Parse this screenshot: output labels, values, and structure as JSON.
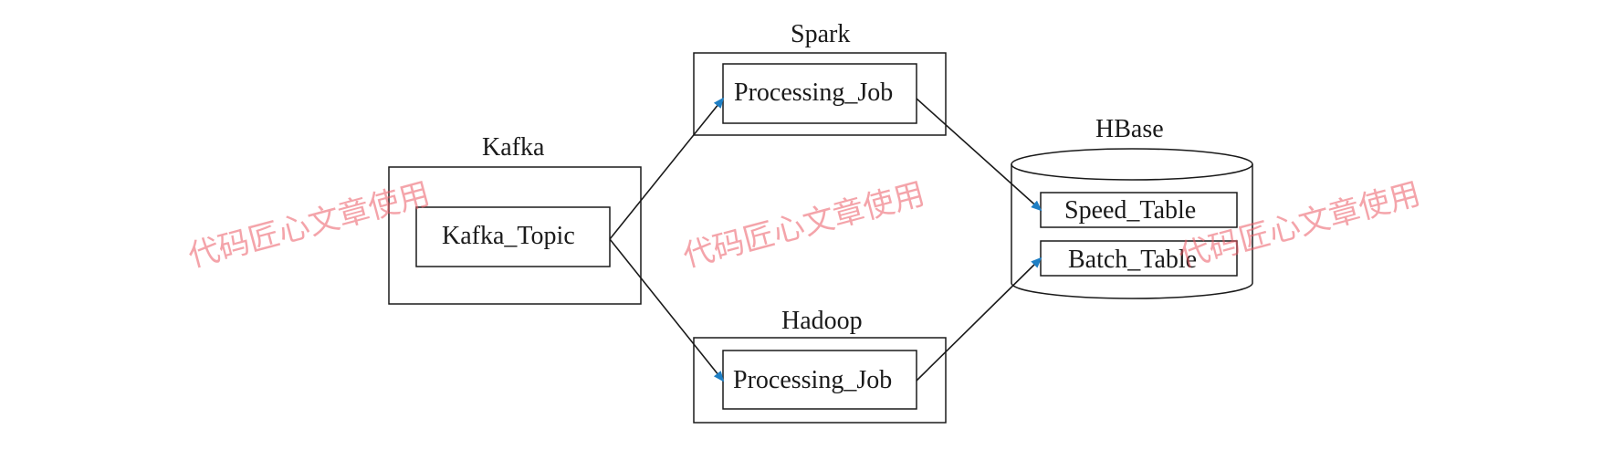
{
  "groups": {
    "spark": "Spark",
    "kafka": "Kafka",
    "hbase": "HBase",
    "hadoop": "Hadoop"
  },
  "nodes": {
    "kafka_topic": "Kafka_Topic",
    "spark_job": "Processing_Job",
    "hadoop_job": "Processing_Job",
    "speed_table": "Speed_Table",
    "batch_table": "Batch_Table"
  },
  "watermarks": [
    "代码匠心文章使用",
    "代码匠心文章使用",
    "代码匠心文章使用"
  ],
  "colors": {
    "stroke": "#1a1a1a",
    "arrow": "#1f7fc4",
    "watermark": "#eb5a64"
  }
}
